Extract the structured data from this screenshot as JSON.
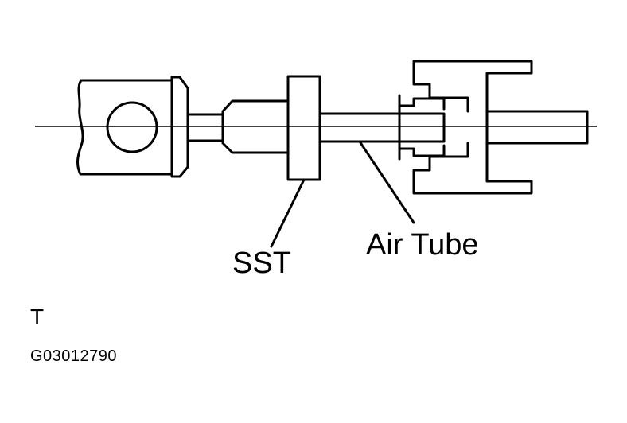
{
  "labels": {
    "sst": "SST",
    "air_tube": "Air Tube",
    "view_letter": "T",
    "figure_id": "G03012790"
  }
}
